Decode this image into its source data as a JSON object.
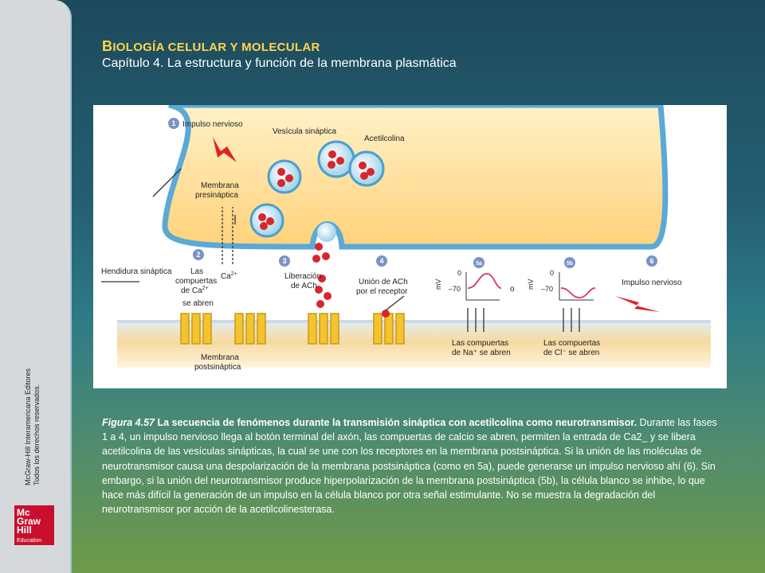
{
  "sidebar": {
    "publisher_line1": "McGraw-Hill Interamericana Editores",
    "publisher_line2": "Todos los derechos reservados.",
    "logo_lines": [
      "Mc",
      "Graw",
      "Hill"
    ],
    "logo_sub": "Education"
  },
  "header": {
    "title_first": "B",
    "title_rest": "IOLOGÍA CELULAR Y MOLECULAR",
    "subtitle": "Capítulo 4. La estructura y función de la membrana plasmática"
  },
  "figure": {
    "step1": "1",
    "impulso_nervioso": "Impulso nervioso",
    "vesicula": "Vesícula sináptica",
    "acetilcolina": "Acetilcolina",
    "membrana_pre_1": "Membrana",
    "membrana_pre_2": "presináptica",
    "hendidura": "Hendidura sináptica",
    "step2": "2",
    "ca": "Ca",
    "ca_sup": "2+",
    "las_compuertas": "Las",
    "compuertas": "compuertas",
    "de_ca": "de Ca",
    "de_ca_sup": "2+",
    "se_abren": "se abren",
    "step3": "3",
    "liberacion_1": "Liberación",
    "liberacion_2": "de ACh",
    "step4": "4",
    "union_1": "Unión de ACh",
    "union_2": "por el receptor",
    "step5a": "5a",
    "step5b": "5b",
    "mv": "mV",
    "zero": "0",
    "minus70": "–70",
    "o": "o",
    "step6": "6",
    "impulso_nervioso_6": "Impulso nervioso",
    "na_1": "Las compuertas",
    "na_2": "de Na⁺ se abren",
    "cl_1": "Las compuertas",
    "cl_2": "de Cl⁻ se abren",
    "membrana_post_1": "Membrana",
    "membrana_post_2": "postsináptica"
  },
  "caption": {
    "fig_label": "Figura 4.57",
    "fig_title": " La secuencia de fenómenos durante la transmisión sináptica con acetilcolina como neurotransmisor.",
    "body": " Durante las fases 1 a 4, un impulso nervioso llega al botón terminal del axón, las compuertas de calcio se abren, permiten la entrada de Ca2_ y se libera acetilcolina de las vesículas sinápticas, la cual se une con los receptores en la membrana postsináptica. Si la unión de las moléculas de neurotransmisor causa una despolarización de la membrana postsináptica (como en 5a), puede generarse un impulso nervioso ahí (6). Sin embargo, si la unión del neurotransmisor produce hiperpolarización de la membrana postsináptica (5b), la célula blanco se inhibe, lo que hace más difícil la generación de un impulso en la célula blanco por otra señal estimulante. No se muestra la degradación del neurotransmisor por acción de la acetilcolinesterasa."
  },
  "colors": {
    "title": "#ffd54a",
    "membrane": "#ffd98a",
    "membrane_edge": "#6fb3d9",
    "step_circle": "#7a93c4",
    "lightning": "#e0212b",
    "wave": "#d6457a"
  }
}
